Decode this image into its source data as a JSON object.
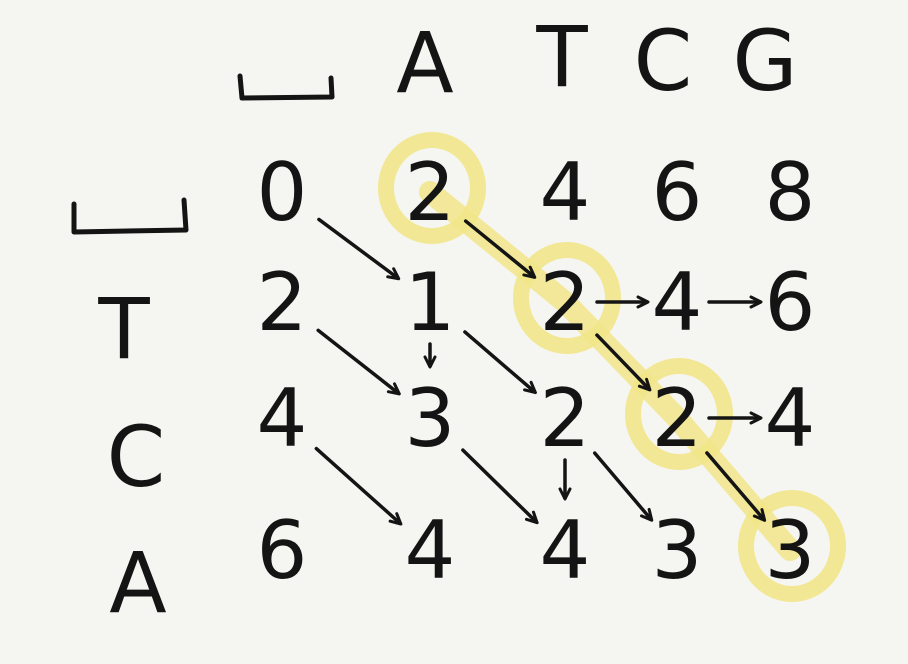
{
  "title": "",
  "gap_symbol": "␣",
  "column_headers": [
    "A",
    "T",
    "C",
    "G"
  ],
  "row_headers": [
    "T",
    "C",
    "A"
  ],
  "matrix": [
    [
      "0",
      "2",
      "4",
      "6",
      "8"
    ],
    [
      "2",
      "1",
      "2",
      "4",
      "6"
    ],
    [
      "4",
      "3",
      "2",
      "2",
      "4"
    ],
    [
      "6",
      "4",
      "4",
      "3",
      "3"
    ]
  ],
  "arrows": [
    {
      "from": [
        0,
        0
      ],
      "to": [
        1,
        1
      ],
      "dir": "diagonal"
    },
    {
      "from": [
        0,
        1
      ],
      "to": [
        1,
        2
      ],
      "dir": "diagonal"
    },
    {
      "from": [
        1,
        2
      ],
      "to": [
        1,
        3
      ],
      "dir": "right"
    },
    {
      "from": [
        1,
        3
      ],
      "to": [
        1,
        4
      ],
      "dir": "right"
    },
    {
      "from": [
        1,
        0
      ],
      "to": [
        2,
        1
      ],
      "dir": "diagonal"
    },
    {
      "from": [
        1,
        1
      ],
      "to": [
        2,
        1
      ],
      "dir": "down"
    },
    {
      "from": [
        1,
        1
      ],
      "to": [
        2,
        2
      ],
      "dir": "diagonal"
    },
    {
      "from": [
        1,
        2
      ],
      "to": [
        2,
        3
      ],
      "dir": "diagonal"
    },
    {
      "from": [
        2,
        3
      ],
      "to": [
        2,
        4
      ],
      "dir": "right"
    },
    {
      "from": [
        2,
        0
      ],
      "to": [
        3,
        1
      ],
      "dir": "diagonal"
    },
    {
      "from": [
        2,
        1
      ],
      "to": [
        3,
        2
      ],
      "dir": "diagonal"
    },
    {
      "from": [
        2,
        2
      ],
      "to": [
        3,
        2
      ],
      "dir": "down"
    },
    {
      "from": [
        2,
        2
      ],
      "to": [
        3,
        3
      ],
      "dir": "diagonal"
    },
    {
      "from": [
        2,
        3
      ],
      "to": [
        3,
        4
      ],
      "dir": "diagonal"
    }
  ],
  "highlight_path": [
    [
      0,
      1
    ],
    [
      1,
      2
    ],
    [
      2,
      3
    ],
    [
      3,
      4
    ]
  ],
  "colors": {
    "ink": "#141414",
    "highlight": "#f2e58a",
    "background": "#f5f6f1"
  }
}
